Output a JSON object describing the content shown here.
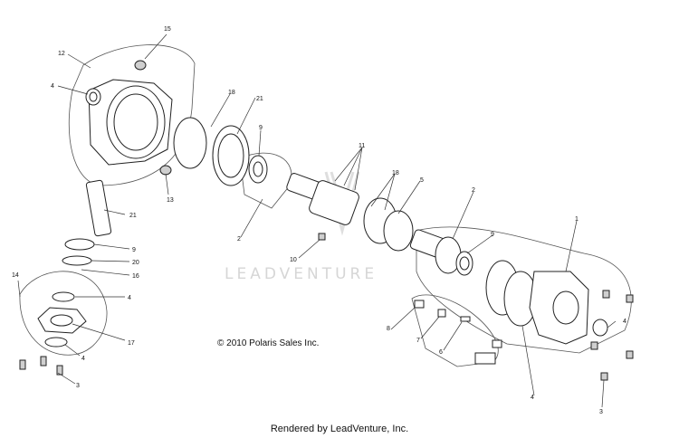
{
  "diagram": {
    "watermark": "LEADVENTURE",
    "copyright": "© 2010 Polaris Sales Inc.",
    "footer": "Rendered by LeadVenture, Inc.",
    "callouts": {
      "c15": "15",
      "c12": "12",
      "c4a": "4",
      "c18a": "18",
      "c21a": "21",
      "c9a": "9",
      "c13": "13",
      "c21b": "21",
      "c9b": "9",
      "c20": "20",
      "c16": "16",
      "c14": "14",
      "c4b": "4",
      "c17": "17",
      "c4c": "4",
      "c3a": "3",
      "c2a": "2",
      "c11": "11",
      "c18b": "18",
      "c5": "5",
      "c2b": "2",
      "c10": "10",
      "c9c": "9",
      "c1": "1",
      "c8": "8",
      "c7": "7",
      "c6": "6",
      "c4d": "4",
      "c4e": "4",
      "c3b": "3"
    }
  }
}
